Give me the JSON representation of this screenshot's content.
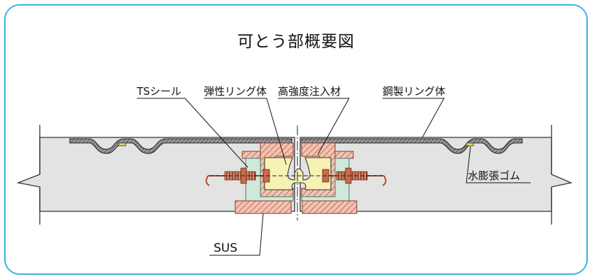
{
  "title": "可とう部概要図",
  "labels": {
    "ts_seal": "TSシール",
    "elastic_ring": "弾性リング体",
    "grout": "高強度注入材",
    "steel_ring": "鋼製リング体",
    "water_swell": "水膨張ゴム",
    "sus": "SUS"
  },
  "colors": {
    "frame": "#39b3de",
    "concrete": "#e3e3e3",
    "steel_hatch": "#c0533a",
    "steel_fill": "#f0c4b4",
    "elastic_ring": "#f7f2b4",
    "grout": "#cfe8dc",
    "bolt": "#b4462c"
  }
}
